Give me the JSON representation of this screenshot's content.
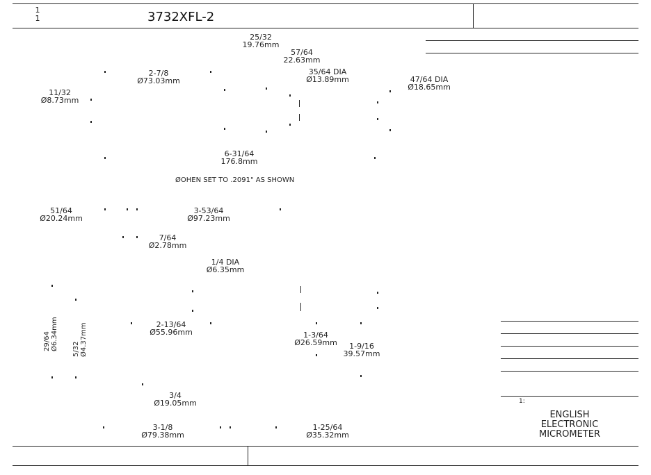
{
  "header": {
    "sheet_top": "1",
    "sheet_bottom": "1",
    "part_number": "3732XFL-2"
  },
  "dimensions": {
    "d1": {
      "a": "25/32",
      "b": "19.76mm"
    },
    "d2": {
      "a": "57/64",
      "b": "22.63mm"
    },
    "d3": {
      "a": "2-7/8",
      "b": "Ø73.03mm"
    },
    "d4": {
      "a": "35/64 DIA",
      "b": "Ø13.89mm"
    },
    "d5": {
      "a": "47/64 DIA",
      "b": "Ø18.65mm"
    },
    "d6": {
      "a": "11/32",
      "b": "Ø8.73mm"
    },
    "d7": {
      "a": "6-31/64",
      "b": "176.8mm"
    },
    "d8": {
      "a": "51/64",
      "b": "Ø20.24mm"
    },
    "d9": {
      "a": "3-53/64",
      "b": "Ø97.23mm"
    },
    "d10": {
      "a": "7/64",
      "b": "Ø2.78mm"
    },
    "d11": {
      "a": "1/4 DIA",
      "b": "Ø6.35mm"
    },
    "d12": {
      "a": "2-13/64",
      "b": "Ø55.96mm"
    },
    "d13": {
      "a": "1-3/64",
      "b": "Ø26.59mm"
    },
    "d14": {
      "a": "1-9/16",
      "b": "39.57mm"
    },
    "d15": {
      "a": "3/4",
      "b": "Ø19.05mm"
    },
    "d16": {
      "a": "3-1/8",
      "b": "Ø79.38mm"
    },
    "d17": {
      "a": "1-25/64",
      "b": "Ø35.32mm"
    },
    "v1": {
      "a": "29/64",
      "b": "Ø6.34mm"
    },
    "v2": {
      "a": "5/32",
      "b": "Ø4.37mm"
    }
  },
  "note": "ØOHEN SET TO .2091\" AS SHOWN",
  "title_block": {
    "line1": "ENGLISH",
    "line2": "ELECTRONIC",
    "line3": "MICROMETER",
    "small_mark": "1:"
  }
}
